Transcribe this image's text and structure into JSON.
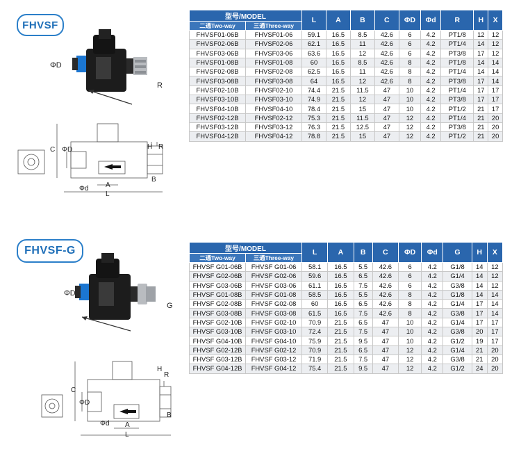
{
  "sections": [
    {
      "badge": "FHVSF",
      "labels": {
        "phi_d_big": "ΦD",
        "thread_side": "R",
        "dim_C": "C",
        "dim_phiD": "ΦD",
        "dim_H": "H",
        "dim_R": "R",
        "dim_B": "B",
        "dim_A": "A",
        "dim_phid": "Φd",
        "dim_L": "L"
      },
      "table": {
        "model_header": "型号/MODEL",
        "two_way": "二通Two-way",
        "three_way": "三通Three-way",
        "columns": [
          "L",
          "A",
          "B",
          "C",
          "ΦD",
          "Φd",
          "R",
          "H",
          "X"
        ],
        "rows": [
          [
            "FHVSF01-06B",
            "FHVSF01-06",
            "59.1",
            "16.5",
            "8.5",
            "42.6",
            "6",
            "4.2",
            "PT1/8",
            "12",
            "12"
          ],
          [
            "FHVSF02-06B",
            "FHVSF02-06",
            "62.1",
            "16.5",
            "11",
            "42.6",
            "6",
            "4.2",
            "PT1/4",
            "14",
            "12"
          ],
          [
            "FHVSF03-06B",
            "FHVSF03-06",
            "63.6",
            "16.5",
            "12",
            "42.6",
            "6",
            "4.2",
            "PT3/8",
            "17",
            "12"
          ],
          [
            "FHVSF01-08B",
            "FHVSF01-08",
            "60",
            "16.5",
            "8.5",
            "42.6",
            "8",
            "4.2",
            "PT1/8",
            "14",
            "14"
          ],
          [
            "FHVSF02-08B",
            "FHVSF02-08",
            "62.5",
            "16.5",
            "11",
            "42.6",
            "8",
            "4.2",
            "PT1/4",
            "14",
            "14"
          ],
          [
            "FHVSF03-08B",
            "FHVSF03-08",
            "64",
            "16.5",
            "12",
            "42.6",
            "8",
            "4.2",
            "PT3/8",
            "17",
            "14"
          ],
          [
            "FHVSF02-10B",
            "FHVSF02-10",
            "74.4",
            "21.5",
            "11.5",
            "47",
            "10",
            "4.2",
            "PT1/4",
            "17",
            "17"
          ],
          [
            "FHVSF03-10B",
            "FHVSF03-10",
            "74.9",
            "21.5",
            "12",
            "47",
            "10",
            "4.2",
            "PT3/8",
            "17",
            "17"
          ],
          [
            "FHVSF04-10B",
            "FHVSF04-10",
            "78.4",
            "21.5",
            "15",
            "47",
            "10",
            "4.2",
            "PT1/2",
            "21",
            "17"
          ],
          [
            "FHVSF02-12B",
            "FHVSF02-12",
            "75.3",
            "21.5",
            "11.5",
            "47",
            "12",
            "4.2",
            "PT1/4",
            "21",
            "20"
          ],
          [
            "FHVSF03-12B",
            "FHVSF03-12",
            "76.3",
            "21.5",
            "12.5",
            "47",
            "12",
            "4.2",
            "PT3/8",
            "21",
            "20"
          ],
          [
            "FHVSF04-12B",
            "FHVSF04-12",
            "78.8",
            "21.5",
            "15",
            "47",
            "12",
            "4.2",
            "PT1/2",
            "21",
            "20"
          ]
        ]
      }
    },
    {
      "badge": "FHVSF-G",
      "labels": {
        "phi_d_big": "ΦD",
        "thread_side": "G",
        "dim_C": "C",
        "dim_phiD": "ΦD",
        "dim_H": "H",
        "dim_R": "R",
        "dim_B": "B",
        "dim_A": "A",
        "dim_phid": "Φd",
        "dim_L": "L"
      },
      "table": {
        "model_header": "型号/MODEL",
        "two_way": "二通Two-way",
        "three_way": "三通Three-way",
        "columns": [
          "L",
          "A",
          "B",
          "C",
          "ΦD",
          "Φd",
          "G",
          "H",
          "X"
        ],
        "rows": [
          [
            "FHVSF G01-06B",
            "FHVSF G01-06",
            "58.1",
            "16.5",
            "5.5",
            "42.6",
            "6",
            "4.2",
            "G1/8",
            "14",
            "12"
          ],
          [
            "FHVSF G02-06B",
            "FHVSF G02-06",
            "59.6",
            "16.5",
            "6.5",
            "42.6",
            "6",
            "4.2",
            "G1/4",
            "14",
            "12"
          ],
          [
            "FHVSF G03-06B",
            "FHVSF G03-06",
            "61.1",
            "16.5",
            "7.5",
            "42.6",
            "6",
            "4.2",
            "G3/8",
            "14",
            "12"
          ],
          [
            "FHVSF G01-08B",
            "FHVSF G01-08",
            "58.5",
            "16.5",
            "5.5",
            "42.6",
            "8",
            "4.2",
            "G1/8",
            "14",
            "14"
          ],
          [
            "FHVSF G02-08B",
            "FHVSF G02-08",
            "60",
            "16.5",
            "6.5",
            "42.6",
            "8",
            "4.2",
            "G1/4",
            "17",
            "14"
          ],
          [
            "FHVSF G03-08B",
            "FHVSF G03-08",
            "61.5",
            "16.5",
            "7.5",
            "42.6",
            "8",
            "4.2",
            "G3/8",
            "17",
            "14"
          ],
          [
            "FHVSF G02-10B",
            "FHVSF G02-10",
            "70.9",
            "21.5",
            "6.5",
            "47",
            "10",
            "4.2",
            "G1/4",
            "17",
            "17"
          ],
          [
            "FHVSF G03-10B",
            "FHVSF G03-10",
            "72.4",
            "21.5",
            "7.5",
            "47",
            "10",
            "4.2",
            "G3/8",
            "20",
            "17"
          ],
          [
            "FHVSF G04-10B",
            "FHVSF G04-10",
            "75.9",
            "21.5",
            "9.5",
            "47",
            "10",
            "4.2",
            "G1/2",
            "19",
            "17"
          ],
          [
            "FHVSF G02-12B",
            "FHVSF G02-12",
            "70.9",
            "21.5",
            "6.5",
            "47",
            "12",
            "4.2",
            "G1/4",
            "21",
            "20"
          ],
          [
            "FHVSF G03-12B",
            "FHVSF G03-12",
            "71.9",
            "21.5",
            "7.5",
            "47",
            "12",
            "4.2",
            "G3/8",
            "21",
            "20"
          ],
          [
            "FHVSF G04-12B",
            "FHVSF G04-12",
            "75.4",
            "21.5",
            "9.5",
            "47",
            "12",
            "4.2",
            "G1/2",
            "24",
            "20"
          ]
        ]
      }
    }
  ]
}
